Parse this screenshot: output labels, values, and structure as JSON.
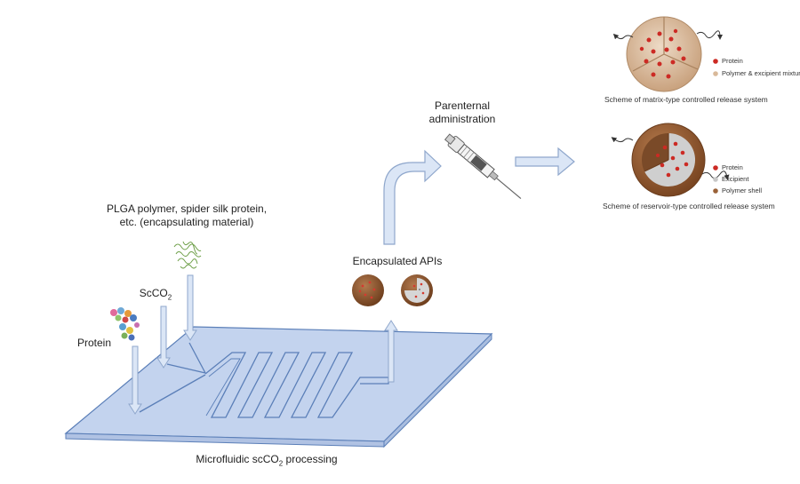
{
  "labels": {
    "encapsulating_line1": "PLGA polymer, spider silk protein,",
    "encapsulating_line2": "etc. (encapsulating material)",
    "scco2_main": "ScCO",
    "scco2_sub": "2",
    "protein": "Protein",
    "microfluidic_pre": "Microfluidic scCO",
    "microfluidic_sub": "2",
    "microfluidic_post": " processing",
    "encapsulated_apis": "Encapsulated APIs",
    "parenteral_line1": "Parenternal",
    "parenteral_line2": "administration"
  },
  "matrix_scheme": {
    "legend": [
      "Protein",
      "Polymer & excipient mixture"
    ],
    "caption": "Scheme of matrix-type controlled release system"
  },
  "reservoir_scheme": {
    "legend": [
      "Protein",
      "Excipient",
      "Polymer shell"
    ],
    "caption": "Scheme of reservoir-type controlled release system"
  },
  "colors": {
    "chip_fill": "#c3d3ee",
    "chip_stroke": "#5b7fb8",
    "arrow_fill": "#dbe6f6",
    "arrow_stroke": "#8fa7cc",
    "protein_red": "#cc2a24",
    "matrix_fill": "#d9b99a",
    "shell_fill": "#9a6238",
    "excipient_fill": "#c7c7c7"
  }
}
